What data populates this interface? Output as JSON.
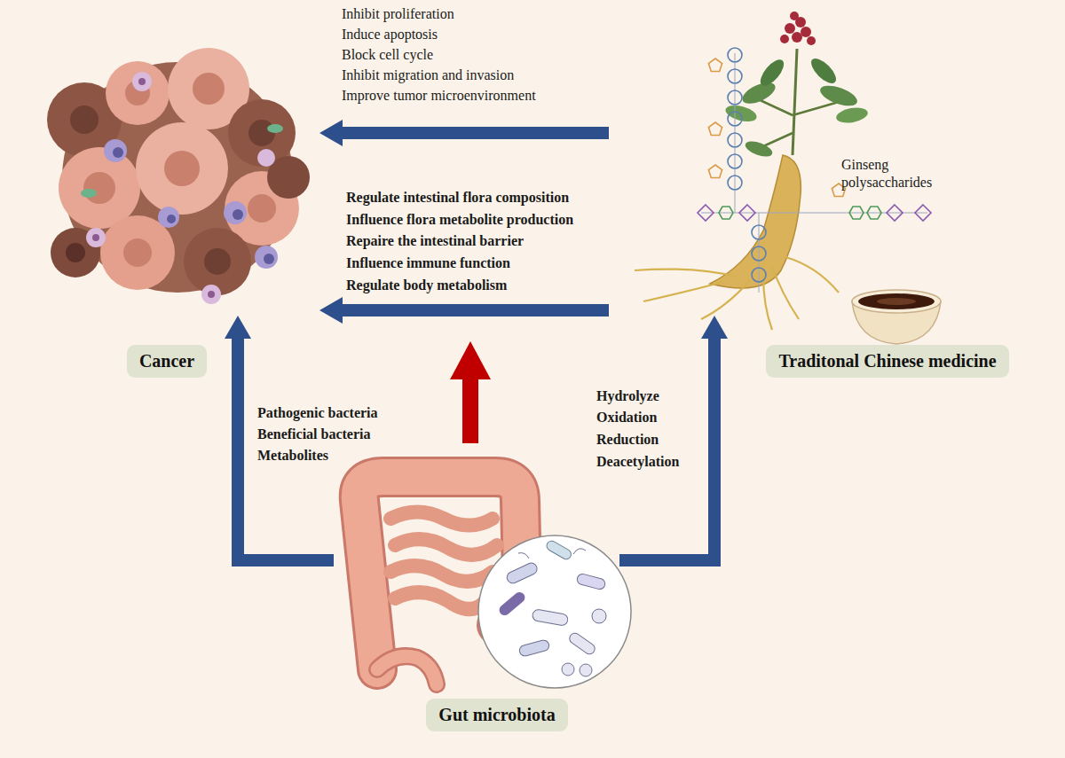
{
  "diagram": {
    "nodes": [
      {
        "text": [
          "Cancer"
        ]
      },
      {
        "text": [
          "Traditonal Chinese medicine"
        ]
      },
      {
        "text": [
          "Gut microbiota"
        ]
      }
    ],
    "edges": [
      {
        "from": 1,
        "to": 0,
        "arrow": "to"
      },
      {
        "from": 1,
        "to": 0,
        "arrow": "to"
      },
      {
        "from": 2,
        "to": 0,
        "arrow": "to"
      },
      {
        "from": 2,
        "to": 1,
        "arrow": "to"
      }
    ],
    "labels": [
      "Inhibit proliferation",
      "Induce apoptosis",
      "Block cell cycle",
      "Inhibit migration and invasion",
      "Improve tumor microenvironment",
      "Regulate intestinal flora composition",
      "Influence flora metabolite production",
      "Repaire the intestinal barrier",
      "Influence immune function",
      "Regulate body metabolism",
      "Pathogenic bacteria",
      "Beneficial bacteria",
      "Metabolites",
      "Hydrolyze",
      "Oxidation",
      "Reduction",
      "Deacetylation",
      "Ginseng polysaccharides"
    ]
  }
}
